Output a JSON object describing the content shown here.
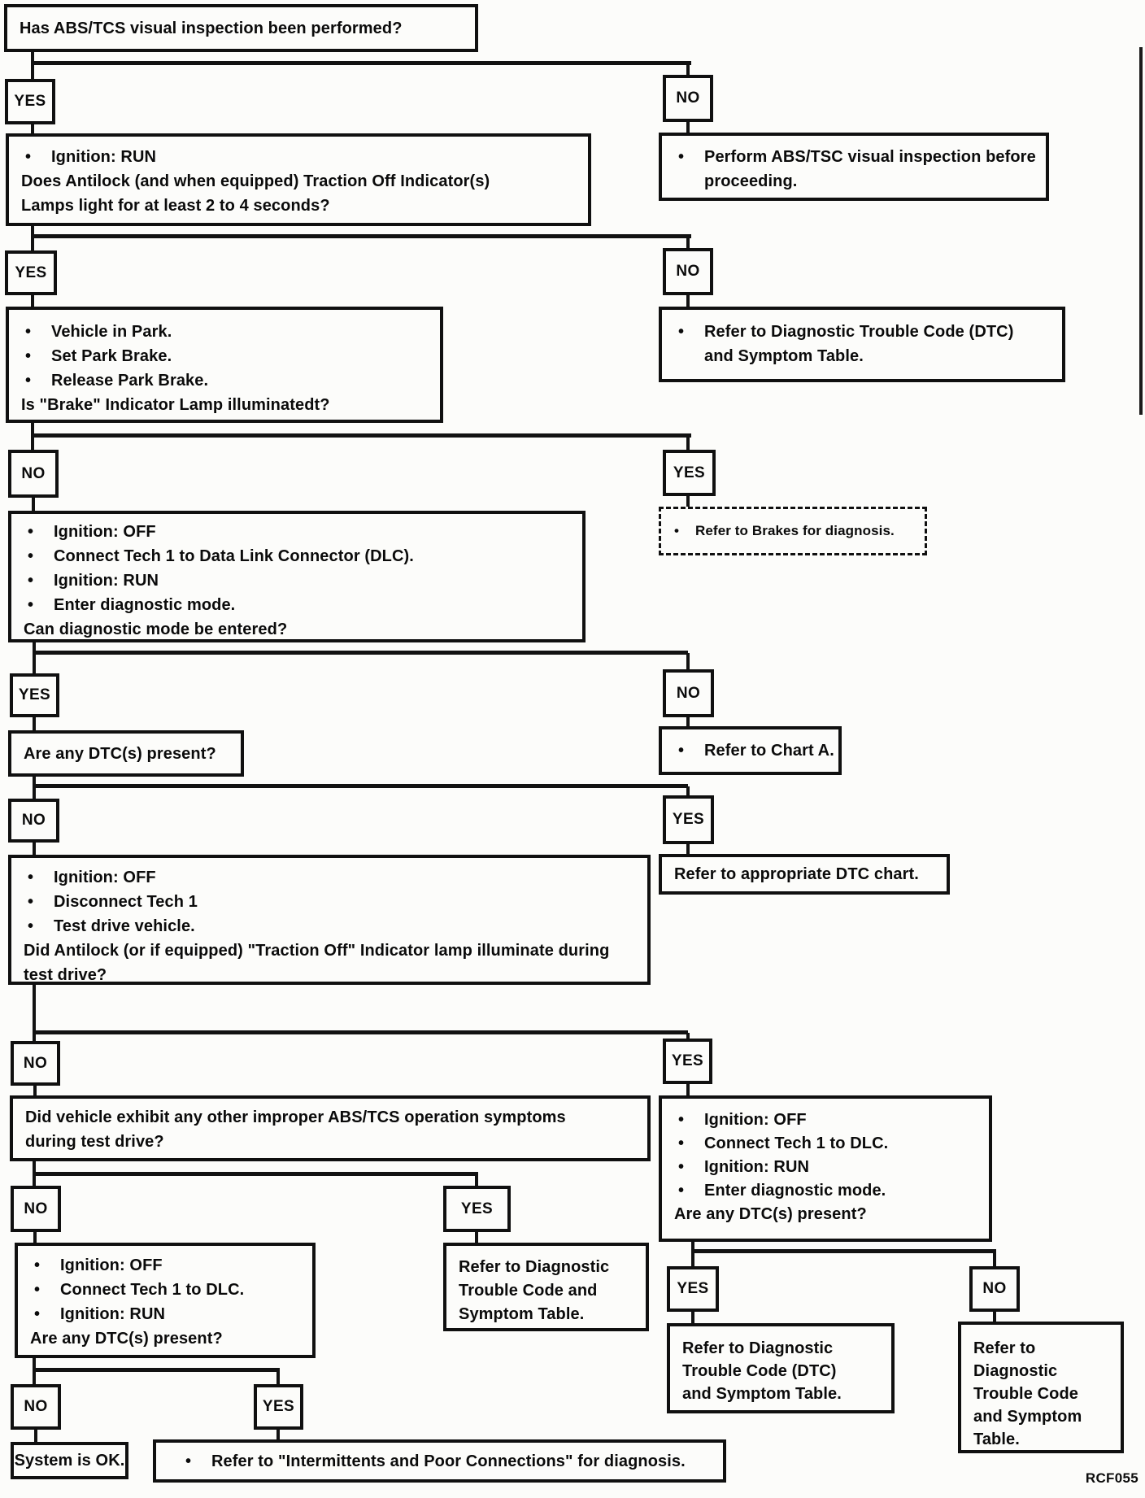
{
  "figure": {
    "code": "RCF055"
  },
  "labels": {
    "yes": "YES",
    "no": "NO"
  },
  "nodes": {
    "q0": {
      "lines": [
        {
          "t": "Has ABS/TCS visual inspection been performed?"
        }
      ]
    },
    "perform": {
      "lines": [
        {
          "m": "•",
          "t": "Perform ABS/TSC visual inspection before"
        },
        {
          "t": "proceeding."
        }
      ]
    },
    "b": {
      "lines": [
        {
          "m": "•",
          "t": "Ignition: RUN"
        },
        {
          "t": "Does Antilock (and when equipped) Traction Off Indicator(s)"
        },
        {
          "t": "Lamps light for at least 2 to 4 seconds?"
        }
      ]
    },
    "dtc1": {
      "lines": [
        {
          "m": "•",
          "t": "Refer to Diagnostic Trouble Code (DTC)"
        },
        {
          "t": "and Symptom Table."
        }
      ]
    },
    "c": {
      "lines": [
        {
          "m": "•",
          "t": "Vehicle in Park."
        },
        {
          "m": "•",
          "t": "Set Park Brake."
        },
        {
          "m": "•",
          "t": "Release Park Brake."
        },
        {
          "t": "Is \"Brake\" Indicator Lamp illuminatedt?"
        }
      ]
    },
    "brakes": {
      "lines": [
        {
          "m": "•",
          "t": "Refer to Brakes for diagnosis."
        }
      ]
    },
    "d": {
      "lines": [
        {
          "m": "•",
          "t": "Ignition: OFF"
        },
        {
          "m": "•",
          "t": "Connect Tech 1 to Data Link Connector (DLC)."
        },
        {
          "m": "•",
          "t": "Ignition: RUN"
        },
        {
          "m": "•",
          "t": "Enter diagnostic mode."
        },
        {
          "t": "Can diagnostic mode be entered?"
        }
      ]
    },
    "chart_a": {
      "lines": [
        {
          "m": "•",
          "t": "Refer to Chart A."
        }
      ]
    },
    "e": {
      "lines": [
        {
          "t": "Are any DTC(s) present?"
        }
      ]
    },
    "dtc_chart": {
      "lines": [
        {
          "t": "Refer to appropriate DTC chart."
        }
      ]
    },
    "f": {
      "lines": [
        {
          "m": "•",
          "t": "Ignition: OFF"
        },
        {
          "m": "•",
          "t": "Disconnect Tech 1"
        },
        {
          "m": "•",
          "t": "Test drive vehicle."
        },
        {
          "t": "Did Antilock (or if equipped) \"Traction Off\" Indicator lamp illuminate during"
        },
        {
          "t": "test drive?"
        }
      ]
    },
    "g": {
      "lines": [
        {
          "t": "Did vehicle exhibit any other improper ABS/TCS operation symptoms"
        },
        {
          "t": "during test drive?"
        }
      ]
    },
    "h": {
      "lines": [
        {
          "m": "•",
          "t": "Ignition: OFF"
        },
        {
          "m": "•",
          "t": "Connect Tech 1 to DLC."
        },
        {
          "m": "•",
          "t": "Ignition: RUN"
        },
        {
          "m": "•",
          "t": "Enter diagnostic mode."
        },
        {
          "t": "Are any DTC(s) present?"
        }
      ]
    },
    "i": {
      "lines": [
        {
          "m": "•",
          "t": "Ignition: OFF"
        },
        {
          "m": "•",
          "t": "Connect Tech 1 to DLC."
        },
        {
          "m": "•",
          "t": "Ignition: RUN"
        },
        {
          "t": "Are any DTC(s) present?"
        }
      ]
    },
    "ref_g": {
      "lines": [
        {
          "t": "Refer to Diagnostic"
        },
        {
          "t": "Trouble Code and"
        },
        {
          "t": "Symptom Table."
        }
      ]
    },
    "ref_h_yes": {
      "lines": [
        {
          "t": "Refer to Diagnostic"
        },
        {
          "t": "Trouble Code (DTC)"
        },
        {
          "t": "and Symptom Table."
        }
      ]
    },
    "ref_h_no": {
      "lines": [
        {
          "t": "Refer to"
        },
        {
          "t": "Diagnostic"
        },
        {
          "t": "Trouble Code"
        },
        {
          "t": "and Symptom"
        },
        {
          "t": "Table."
        }
      ]
    },
    "ok": {
      "lines": [
        {
          "t": "System is OK."
        }
      ]
    },
    "interm": {
      "lines": [
        {
          "m": "•",
          "t": "Refer to \"Intermittents and Poor Connections\" for diagnosis."
        }
      ]
    }
  }
}
